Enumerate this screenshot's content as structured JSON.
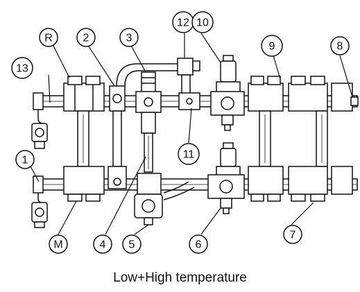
{
  "diagram": {
    "caption": "Low+High temperature",
    "callouts": {
      "c13": "13",
      "cR": "R",
      "c2": "2",
      "c3": "3",
      "c12": "12",
      "c10": "10",
      "c9": "9",
      "c8": "8",
      "c1": "1",
      "c11": "11",
      "cM": "M",
      "c4": "4",
      "c5": "5",
      "c6": "6",
      "c7": "7"
    }
  }
}
